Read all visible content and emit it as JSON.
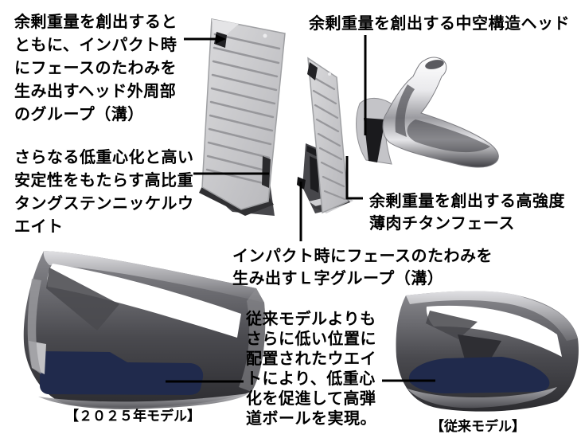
{
  "diagram": {
    "background": "#ffffff",
    "annotations": {
      "outer_groove": {
        "lines": [
          "余剰重量を創出すると",
          "ともに、インパクト時",
          "にフェースのたわみを",
          "生み出すヘッド外周部",
          "のグループ（溝）"
        ]
      },
      "hollow_head": {
        "text": "余剰重量を創出する中空構造ヘッド"
      },
      "tungsten_weight": {
        "lines": [
          "さらなる低重心化と高い",
          "安定性をもたらす高比重",
          "タングステンニッケルウ",
          "エイト"
        ]
      },
      "titanium_face": {
        "lines": [
          "余剰重量を創出する高強度",
          "薄肉チタンフェース"
        ]
      },
      "l_groove": {
        "lines": [
          "インパクト時にフェースのたわみを",
          "生み出すＬ字グループ（溝）"
        ]
      },
      "weight_position": {
        "lines": [
          "従来モデルよりも",
          "さらに低い位置に",
          "配置されたウエイ",
          "トにより、低重心",
          "化を促進して高弾",
          "道ボールを実現。"
        ]
      },
      "caption_2025": {
        "text": "【２０２５年モデル】"
      },
      "caption_conventional": {
        "text": "【従来モデル】"
      }
    },
    "illustration_parts": [
      "head-perimeter-groove-body",
      "tungsten-nickel-weight-body",
      "thin-titanium-face",
      "l-groove-body",
      "hollow-structure-chrome-head",
      "2025-model-cross-section",
      "conventional-model-cross-section"
    ],
    "colors": {
      "text": "#000000",
      "leader_line": "#000000",
      "part_gray": "#cfcfd2",
      "dark_part": "#47474b",
      "weight_navy": "#202a4c",
      "chrome_light": "#ffffff",
      "chrome_dark": "#3f3f44"
    }
  }
}
